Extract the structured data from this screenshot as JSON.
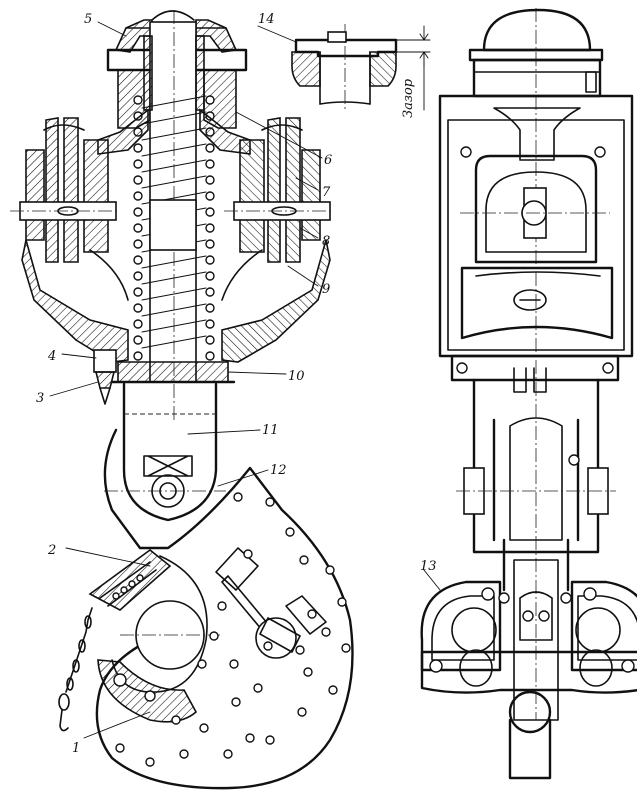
{
  "callouts": {
    "c1": "1",
    "c2": "2",
    "c3": "3",
    "c4": "4",
    "c5": "5",
    "c6": "6",
    "c7": "7",
    "c8": "8",
    "c9": "9",
    "c10": "10",
    "c11": "11",
    "c12": "12",
    "c13": "13",
    "c14": "14"
  },
  "gap_label": "Зазор"
}
